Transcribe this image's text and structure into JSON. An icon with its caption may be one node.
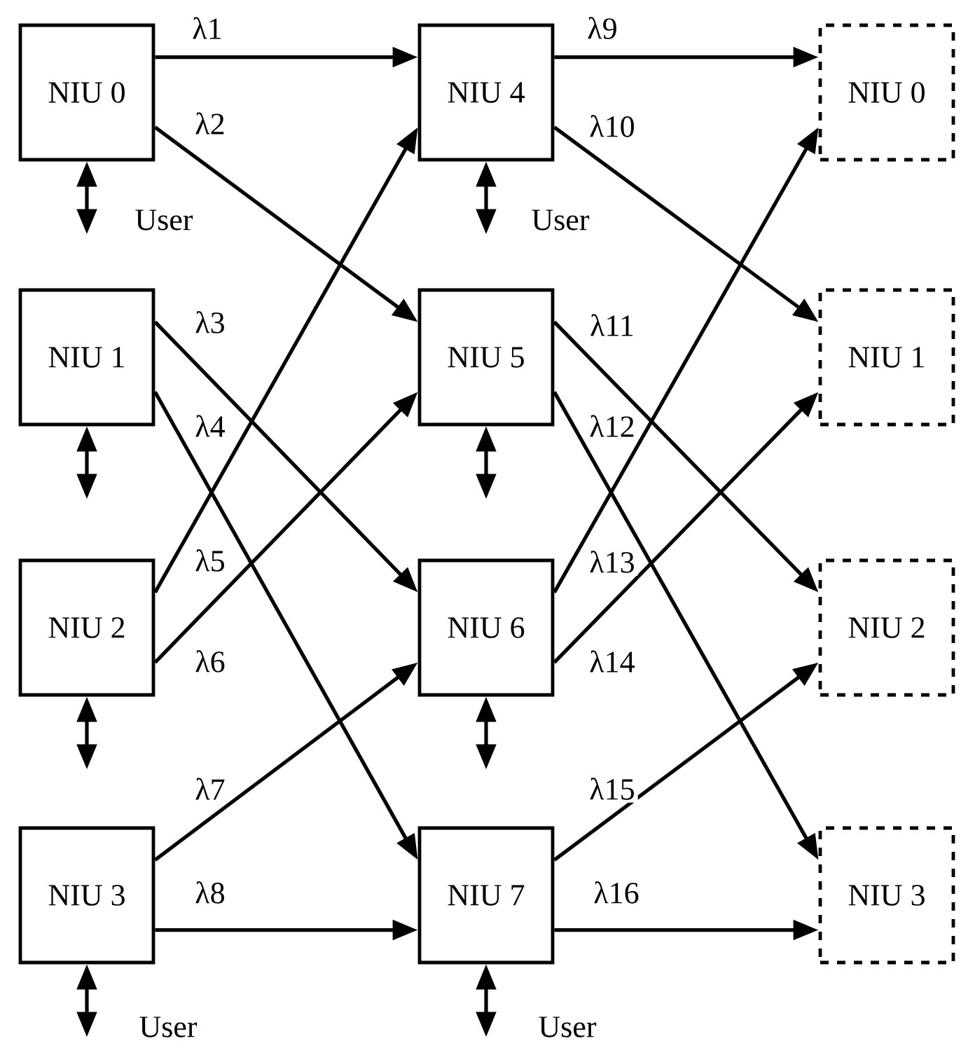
{
  "diagram": {
    "nodes": [
      {
        "text": [
          "NIU 0"
        ]
      },
      {
        "text": [
          "NIU 1"
        ]
      },
      {
        "text": [
          "NIU 2"
        ]
      },
      {
        "text": [
          "NIU 3"
        ]
      },
      {
        "text": [
          "NIU 4"
        ]
      },
      {
        "text": [
          "NIU 5"
        ]
      },
      {
        "text": [
          "NIU 6"
        ]
      },
      {
        "text": [
          "NIU 7"
        ]
      },
      {
        "text": [
          "NIU 0"
        ]
      },
      {
        "text": [
          "NIU 1"
        ]
      },
      {
        "text": [
          "NIU 2"
        ]
      },
      {
        "text": [
          "NIU 3"
        ]
      }
    ],
    "edges": [
      {
        "from": 0,
        "to": 4,
        "arrow": "to",
        "label": "λ1"
      },
      {
        "from": 0,
        "to": 5,
        "arrow": "to",
        "label": "λ2"
      },
      {
        "from": 1,
        "to": 6,
        "arrow": "to",
        "label": "λ3"
      },
      {
        "from": 1,
        "to": 7,
        "arrow": "to",
        "label": "λ4"
      },
      {
        "from": 2,
        "to": 4,
        "arrow": "to",
        "label": "λ5"
      },
      {
        "from": 2,
        "to": 5,
        "arrow": "to",
        "label": "λ6"
      },
      {
        "from": 3,
        "to": 6,
        "arrow": "to",
        "label": "λ7"
      },
      {
        "from": 3,
        "to": 7,
        "arrow": "to",
        "label": "λ8"
      },
      {
        "from": 4,
        "to": 8,
        "arrow": "to",
        "label": "λ9"
      },
      {
        "from": 4,
        "to": 9,
        "arrow": "to",
        "label": "λ10"
      },
      {
        "from": 5,
        "to": 10,
        "arrow": "to",
        "label": "λ11"
      },
      {
        "from": 5,
        "to": 11,
        "arrow": "to",
        "label": "λ12"
      },
      {
        "from": 6,
        "to": 8,
        "arrow": "to",
        "label": "λ13"
      },
      {
        "from": 6,
        "to": 9,
        "arrow": "to",
        "label": "λ14"
      },
      {
        "from": 7,
        "to": 10,
        "arrow": "to",
        "label": "λ15"
      },
      {
        "from": 7,
        "to": 11,
        "arrow": "to",
        "label": "λ16"
      },
      {
        "from": 0,
        "to": null,
        "arrow": "both"
      },
      {
        "from": 1,
        "to": null,
        "arrow": "both"
      },
      {
        "from": 2,
        "to": null,
        "arrow": "both"
      },
      {
        "from": 3,
        "to": null,
        "arrow": "both"
      },
      {
        "from": 4,
        "to": null,
        "arrow": "both"
      },
      {
        "from": 5,
        "to": null,
        "arrow": "both"
      },
      {
        "from": 6,
        "to": null,
        "arrow": "both"
      },
      {
        "from": 7,
        "to": null,
        "arrow": "both"
      }
    ],
    "labels": [
      "User",
      "User",
      "User",
      "User"
    ]
  }
}
